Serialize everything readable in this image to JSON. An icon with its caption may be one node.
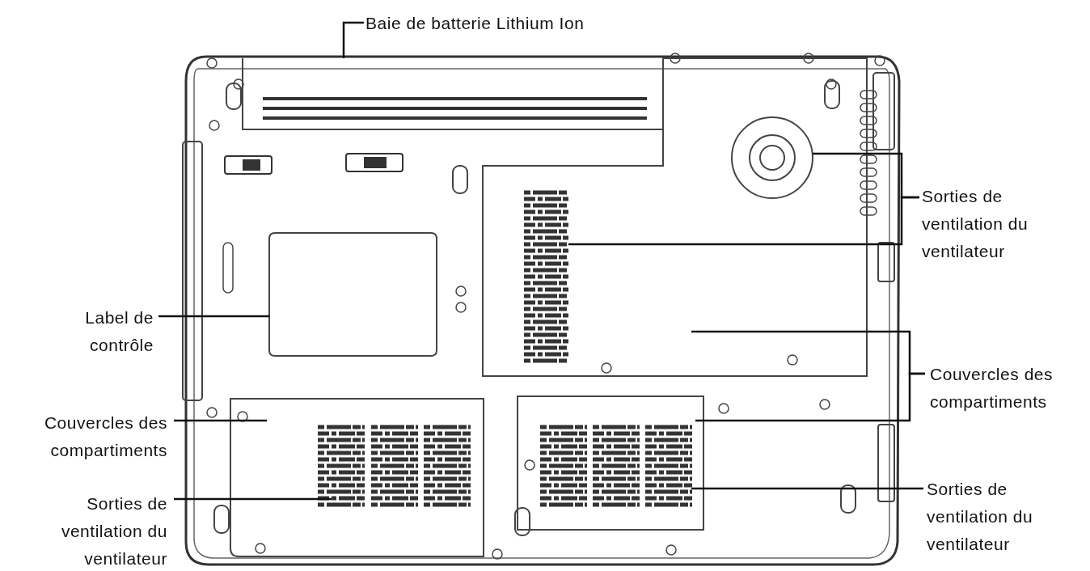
{
  "diagram": {
    "nodes": [
      {
        "text": [
          "Baie de batterie Lithium Ion"
        ]
      },
      {
        "text": [],
        "shape": "box"
      },
      {
        "text": [],
        "shape": "box"
      },
      {
        "text": [],
        "shape": "circle",
        "in": 2
      },
      {
        "text": [],
        "shape": "grille",
        "in": 2
      },
      {
        "text": [
          "Sorties de ventilation du ventilateur"
        ]
      },
      {
        "text": [
          "Label de contrôle"
        ]
      },
      {
        "text": [],
        "shape": "box"
      },
      {
        "text": [
          "Couvercles des compartiments"
        ]
      },
      {
        "text": [
          "Couvercles des compartiments"
        ]
      },
      {
        "text": [],
        "shape": "box"
      },
      {
        "text": [],
        "shape": "grille",
        "in": 10
      },
      {
        "text": [],
        "shape": "box"
      },
      {
        "text": [],
        "shape": "grille",
        "in": 12
      },
      {
        "text": [
          "Sorties de ventilation du ventilateur"
        ]
      },
      {
        "text": [
          "Sorties de ventilation du ventilateur"
        ]
      }
    ],
    "edges": [
      {
        "from": 0,
        "to": 1,
        "arrow": "none"
      },
      {
        "from": 5,
        "to": 3,
        "arrow": "none"
      },
      {
        "from": 5,
        "to": 4,
        "arrow": "none"
      },
      {
        "from": 6,
        "to": 7,
        "arrow": "none"
      },
      {
        "from": 8,
        "to": 2,
        "arrow": "none"
      },
      {
        "from": 8,
        "to": 12,
        "arrow": "none"
      },
      {
        "from": 9,
        "to": 10,
        "arrow": "none"
      },
      {
        "from": 14,
        "to": 11,
        "arrow": "none"
      },
      {
        "from": 15,
        "to": 13,
        "arrow": "none"
      }
    ]
  }
}
